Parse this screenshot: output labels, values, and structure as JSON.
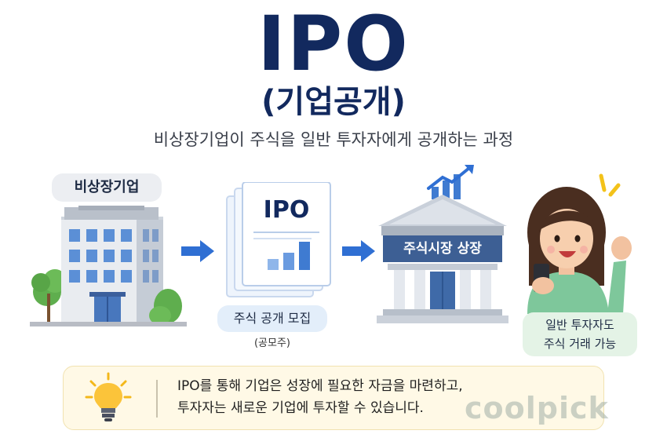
{
  "title": "IPO",
  "subtitle": "(기업공개)",
  "description": "비상장기업이 주식을 일반 투자자에게 공개하는 과정",
  "steps": {
    "company": {
      "label": "비상장기업"
    },
    "ipo": {
      "document_title": "IPO",
      "label": "주식 공개 모집",
      "sublabel": "(공모주)"
    },
    "market": {
      "banner": "주식시장 상장"
    },
    "investor": {
      "line1": "일반 투자자도",
      "line2": "주식 거래 가능"
    }
  },
  "info": {
    "line1": "IPO를 통해 기업은 성장에 필요한 자금을 마련하고,",
    "line2": "투자자는 새로운 기업에 투자할 수 있습니다."
  },
  "watermark": "coolpick",
  "colors": {
    "navy": "#12295e",
    "arrow_blue": "#2f6fd3",
    "light_blue": "#e3eefa",
    "green_pill": "#e4f3e6",
    "info_bg": "#fff9e6"
  },
  "icons": [
    "office-building-icon",
    "document-icon",
    "bank-icon",
    "chart-arrow-icon",
    "investor-icon",
    "lightbulb-icon"
  ]
}
